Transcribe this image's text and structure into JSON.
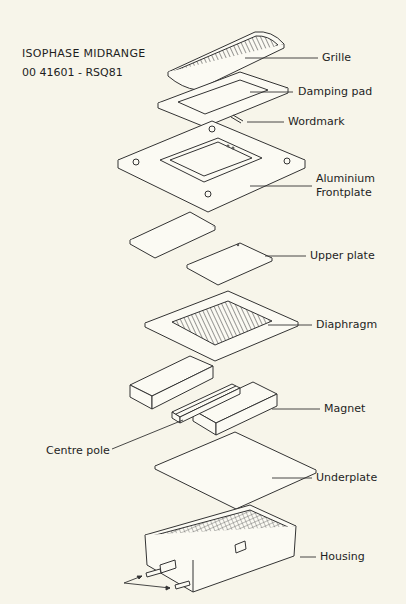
{
  "diagram": {
    "title": "ISOPHASE MIDRANGE",
    "labels": [
      "00 41601 - RSQ81",
      "Grille",
      "Damping pad",
      "Wordmark",
      "Aluminium Frontplate",
      "Upper plate",
      "Diaphragm",
      "Magnet",
      "Centre pole",
      "Underplate",
      "Housing"
    ]
  }
}
